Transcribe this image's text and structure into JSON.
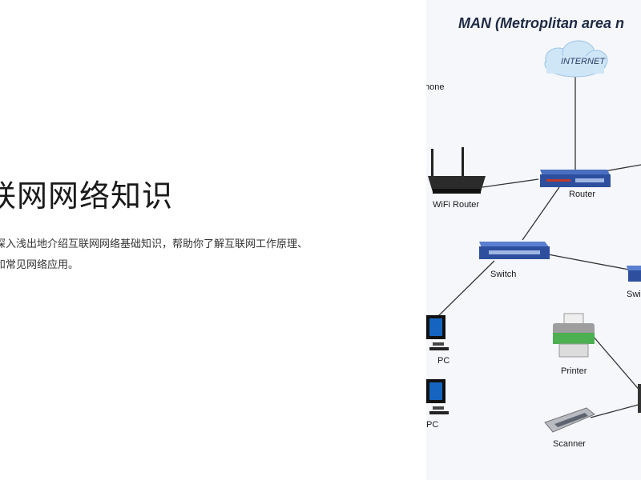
{
  "slide": {
    "title": "联网网络知识",
    "description_line1": "深入浅出地介绍互联网网络基础知识，帮助你了解互联网工作原理、",
    "description_line2": "和常见网络应用。"
  },
  "diagram": {
    "heading": "MAN (Metroplitan area n",
    "nodes": {
      "internet": "INTERNET",
      "phone": "hone",
      "wifi_router": "WiFi Router",
      "router": "Router",
      "switch1": "Switch",
      "switch2": "Swi",
      "pc1": "PC",
      "pc2": "PC",
      "printer": "Printer",
      "scanner": "Scanner"
    },
    "colors": {
      "cloud": "#cfe6f7",
      "device_blue": "#2e4f9e",
      "line": "#333333"
    }
  }
}
